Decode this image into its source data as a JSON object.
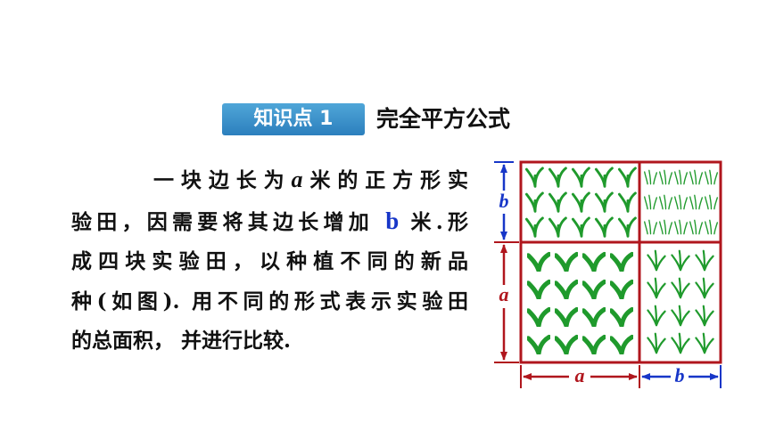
{
  "header": {
    "badge_label": "知识点 1",
    "title": "完全平方公式"
  },
  "paragraph": {
    "line1_indent_text": "一块边长为",
    "line1_var": "a",
    "line1_rest": "米的正方形实",
    "line2_start": "验田，因需要将其边长增加 ",
    "line2_var": "b",
    "line2_rest": " 米.形",
    "line3": "成四块实验田，以种植不同的新品",
    "line4": "种(如图). 用不同的形式表示实验田",
    "line5": "的总面积， 并进行比较."
  },
  "figure": {
    "label_left_top": "b",
    "label_left_bottom": "a",
    "label_bottom_left": "a",
    "label_bottom_right": "b",
    "grid_color": "#b0161d",
    "arrow_left_color": "#b0161d",
    "arrow_right_color": "#1736c8",
    "plant_color": "#1f9a2c"
  }
}
